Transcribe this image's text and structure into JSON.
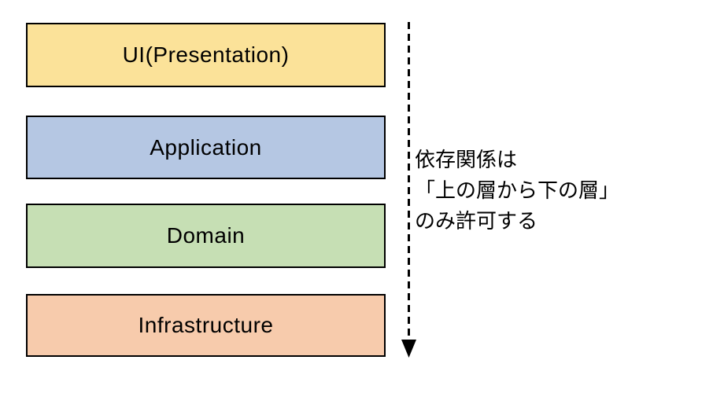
{
  "diagram": {
    "title": "layered-architecture",
    "layers": [
      {
        "label": "UI(Presentation)",
        "color": "#FBE299"
      },
      {
        "label": "Application",
        "color": "#B5C7E3"
      },
      {
        "label": "Domain",
        "color": "#C6DFB4"
      },
      {
        "label": "Infrastructure",
        "color": "#F7CBAC"
      }
    ],
    "arrow": {
      "direction": "down",
      "style": "dashed",
      "color": "#000000"
    },
    "annotation": {
      "lines": [
        "依存関係は",
        "「上の層から下の層」",
        "のみ許可する"
      ]
    },
    "border_color": "#000000",
    "background_color": "#FFFFFF"
  }
}
